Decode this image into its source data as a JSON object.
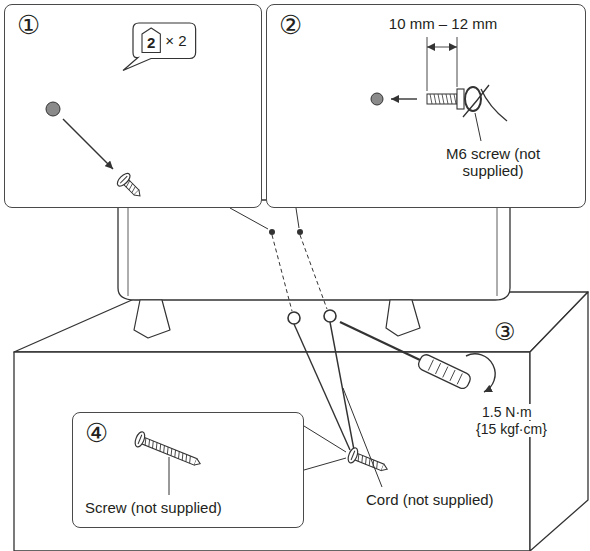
{
  "diagram": {
    "nodes": [
      {
        "text": [
          "①"
        ]
      },
      {
        "text": [
          "2",
          "× 2"
        ],
        "in": 0
      },
      {
        "text": [
          "②",
          "10 mm – 12 mm",
          "M6 screw (not supplied)"
        ]
      },
      {
        "text": [
          "④",
          "Screw (not supplied)"
        ]
      }
    ],
    "labels": [
      "③",
      "1.5 N·m",
      "{15 kgf·cm}",
      "Cord (not supplied)"
    ]
  }
}
